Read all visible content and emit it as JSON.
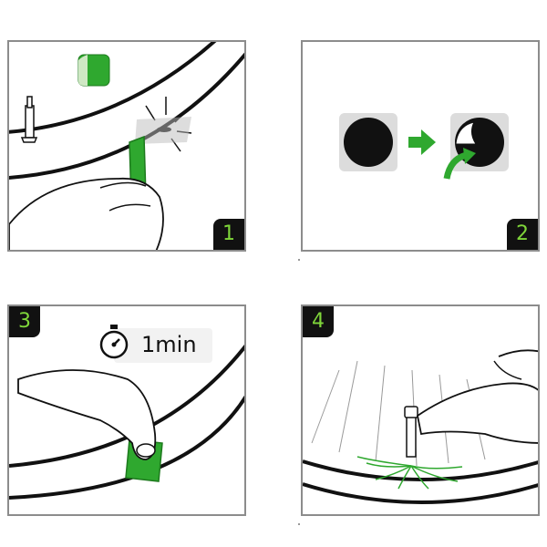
{
  "steps": [
    {
      "number": "1"
    },
    {
      "number": "2"
    },
    {
      "number": "3",
      "timer_label": "1min"
    },
    {
      "number": "4"
    }
  ],
  "colors": {
    "accent_green": "#2fa82f",
    "badge_background": "#111111",
    "badge_text": "#7fd63a",
    "panel_border": "#8c8c8c"
  },
  "icons": [
    "valve-icon",
    "patch-icon",
    "arrow-right-icon",
    "curved-arrow-icon",
    "stopwatch-icon",
    "hand-icon",
    "wheel-icon"
  ]
}
